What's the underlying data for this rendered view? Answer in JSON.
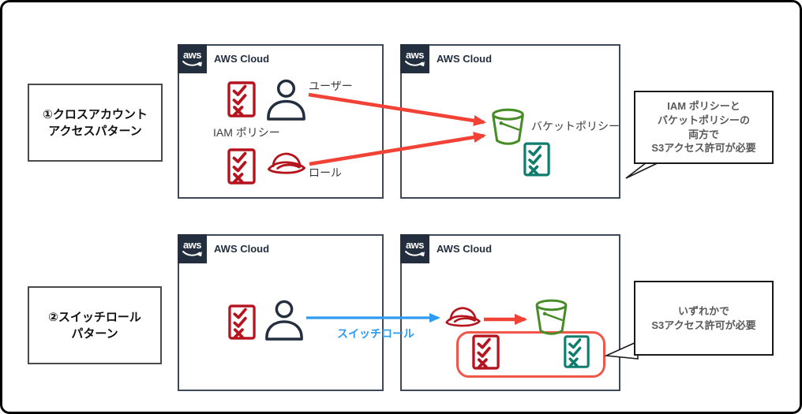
{
  "patterns": [
    {
      "label": "①クロスアカウント\nアクセスパターン"
    },
    {
      "label": "②スイッチロール\nパターン"
    }
  ],
  "cloud": {
    "logo_text": "aws",
    "title": "AWS Cloud"
  },
  "labels": {
    "user": "ユーザー",
    "iam_policy": "IAM ポリシー",
    "role": "ロール",
    "bucket_policy": "バケットポリシー",
    "switch_role": "スイッチロール"
  },
  "callouts": [
    {
      "text": "IAM ポリシーと\nバケットポリシーの\n両方で\nS3アクセス許可が必要"
    },
    {
      "text": "いずれかで\nS3アクセス許可が必要"
    }
  ],
  "icons": {
    "aws_logo": "aws-smile",
    "iam_policy": "red-checklist-document",
    "bucket_policy": "teal-checklist-document",
    "user": "person-outline",
    "role": "safari-hat",
    "s3_bucket": "green-bucket"
  },
  "colors": {
    "dark_navy": "#232f3e",
    "box_border": "#3e4a59",
    "policy_red": "#b5131d",
    "arrow_red": "#f24236",
    "group_red": "#f2564b",
    "bucket_green": "#478c26",
    "policy_teal": "#0e7d6d",
    "switch_blue": "#2d9bf0",
    "callout_text": "#595959"
  }
}
